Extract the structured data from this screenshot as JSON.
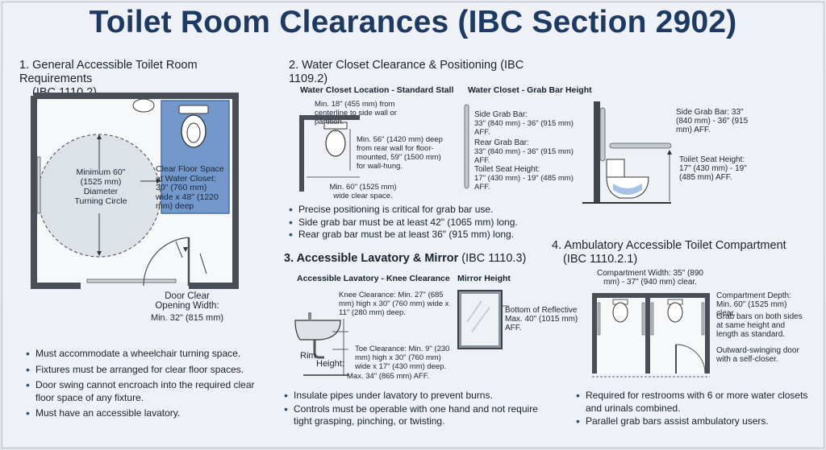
{
  "title": "Toilet Room Clearances (IBC Section 2902)",
  "s1": {
    "heading": "1. General Accessible Toilet Room Requirements",
    "code": "(IBC 1110.2)",
    "turning_circle": "Minimum 60\" (1525 mm) Diameter Turning Circle",
    "clear_floor": "Clear Floor Space at Water Closet: 30\" (760 mm) wide x 48\" (1220 mm) deep",
    "door_label": "Door Clear Opening Width:",
    "door_value": "Min. 32\" (815 mm)",
    "bullets": [
      "Must accommodate a wheelchair turning space.",
      "Fixtures must be arranged for clear floor spaces.",
      "Door swing cannot encroach into the required clear floor space of any fixture.",
      "Must have an accessible lavatory."
    ]
  },
  "s2": {
    "heading": "2. Water Closet Clearance & Positioning (IBC 1109.2)",
    "loc_title": "Water Closet Location - Standard Stall",
    "loc_min18": "Min. 18\" (455 mm) from centerline to side wall or partition.",
    "loc_min56": "Min. 56\" (1420 mm) deep from rear wall for floor-mounted, 59\" (1500 mm) for wall-hung.",
    "loc_min60": "Min. 60\" (1525 mm) wide clear space.",
    "grab_title": "Water Closet - Grab Bar Height",
    "side_label": "Side Grab Bar:",
    "side_value": "33\" (840 mm) - 36\" (915 mm) AFF.",
    "rear_label": "Rear Grab Bar:",
    "rear_value": "33\" (840 mm) - 36\" (915 mm) AFF.",
    "seat_label": "Toilet Seat Height:",
    "seat_value": "17\" (430 mm) - 19\" (485 mm) AFF.",
    "right_side": "Side Grab Bar: 33\" (840 mm) - 36\" (915 mm) AFF.",
    "right_seat": "Toilet Seat Height: 17\" (430 mm) - 19\" (485 mm) AFF.",
    "bullets": [
      "Precise positioning is critical for grab bar use.",
      "Side grab bar must be at least 42\" (1065 mm) long.",
      "Rear grab bar must be at least 36\" (915 mm) long."
    ]
  },
  "s3": {
    "heading_bold": "3. Accessible Lavatory & Mirror",
    "heading_code": "(IBC 1110.3)",
    "knee_title": "Accessible Lavatory - Knee Clearance",
    "knee_text": "Knee Clearance: Min. 27\" (685 mm) high x 30\" (760 mm) wide x 11\" (280 mm) deep.",
    "toe_text": "Toe Clearance: Min. 9\" (230 mm) high x 30\" (760 mm) wide x 17\" (430 mm) deep.",
    "max34": "Max. 34\" (865 mm) AFF.",
    "rim": "Rim",
    "height": "Height:",
    "mirror_title": "Mirror Height",
    "mirror_text": "Bottom of Reflective Max. 40\" (1015 mm) AFF.",
    "bullets": [
      "Insulate pipes under lavatory to prevent burns.",
      "Controls must be operable with one hand and not require tight grasping, pinching, or twisting."
    ]
  },
  "s4": {
    "heading": "4. Ambulatory Accessible Toilet Compartment",
    "code": "(IBC 1110.2.1)",
    "width": "Compartment Width: 35\" (890 mm) - 37\" (940 mm) clear.",
    "depth": "Compartment Depth: Min. 60\" (1525 mm) clear.",
    "grab": "Grab bars on both sides at same height and length as standard.",
    "door": "Outward-swinging door with a self-closer.",
    "bullets": [
      "Required for restrooms with 6 or more water closets and urinals combined.",
      "Parallel grab bars assist ambulatory users."
    ]
  }
}
